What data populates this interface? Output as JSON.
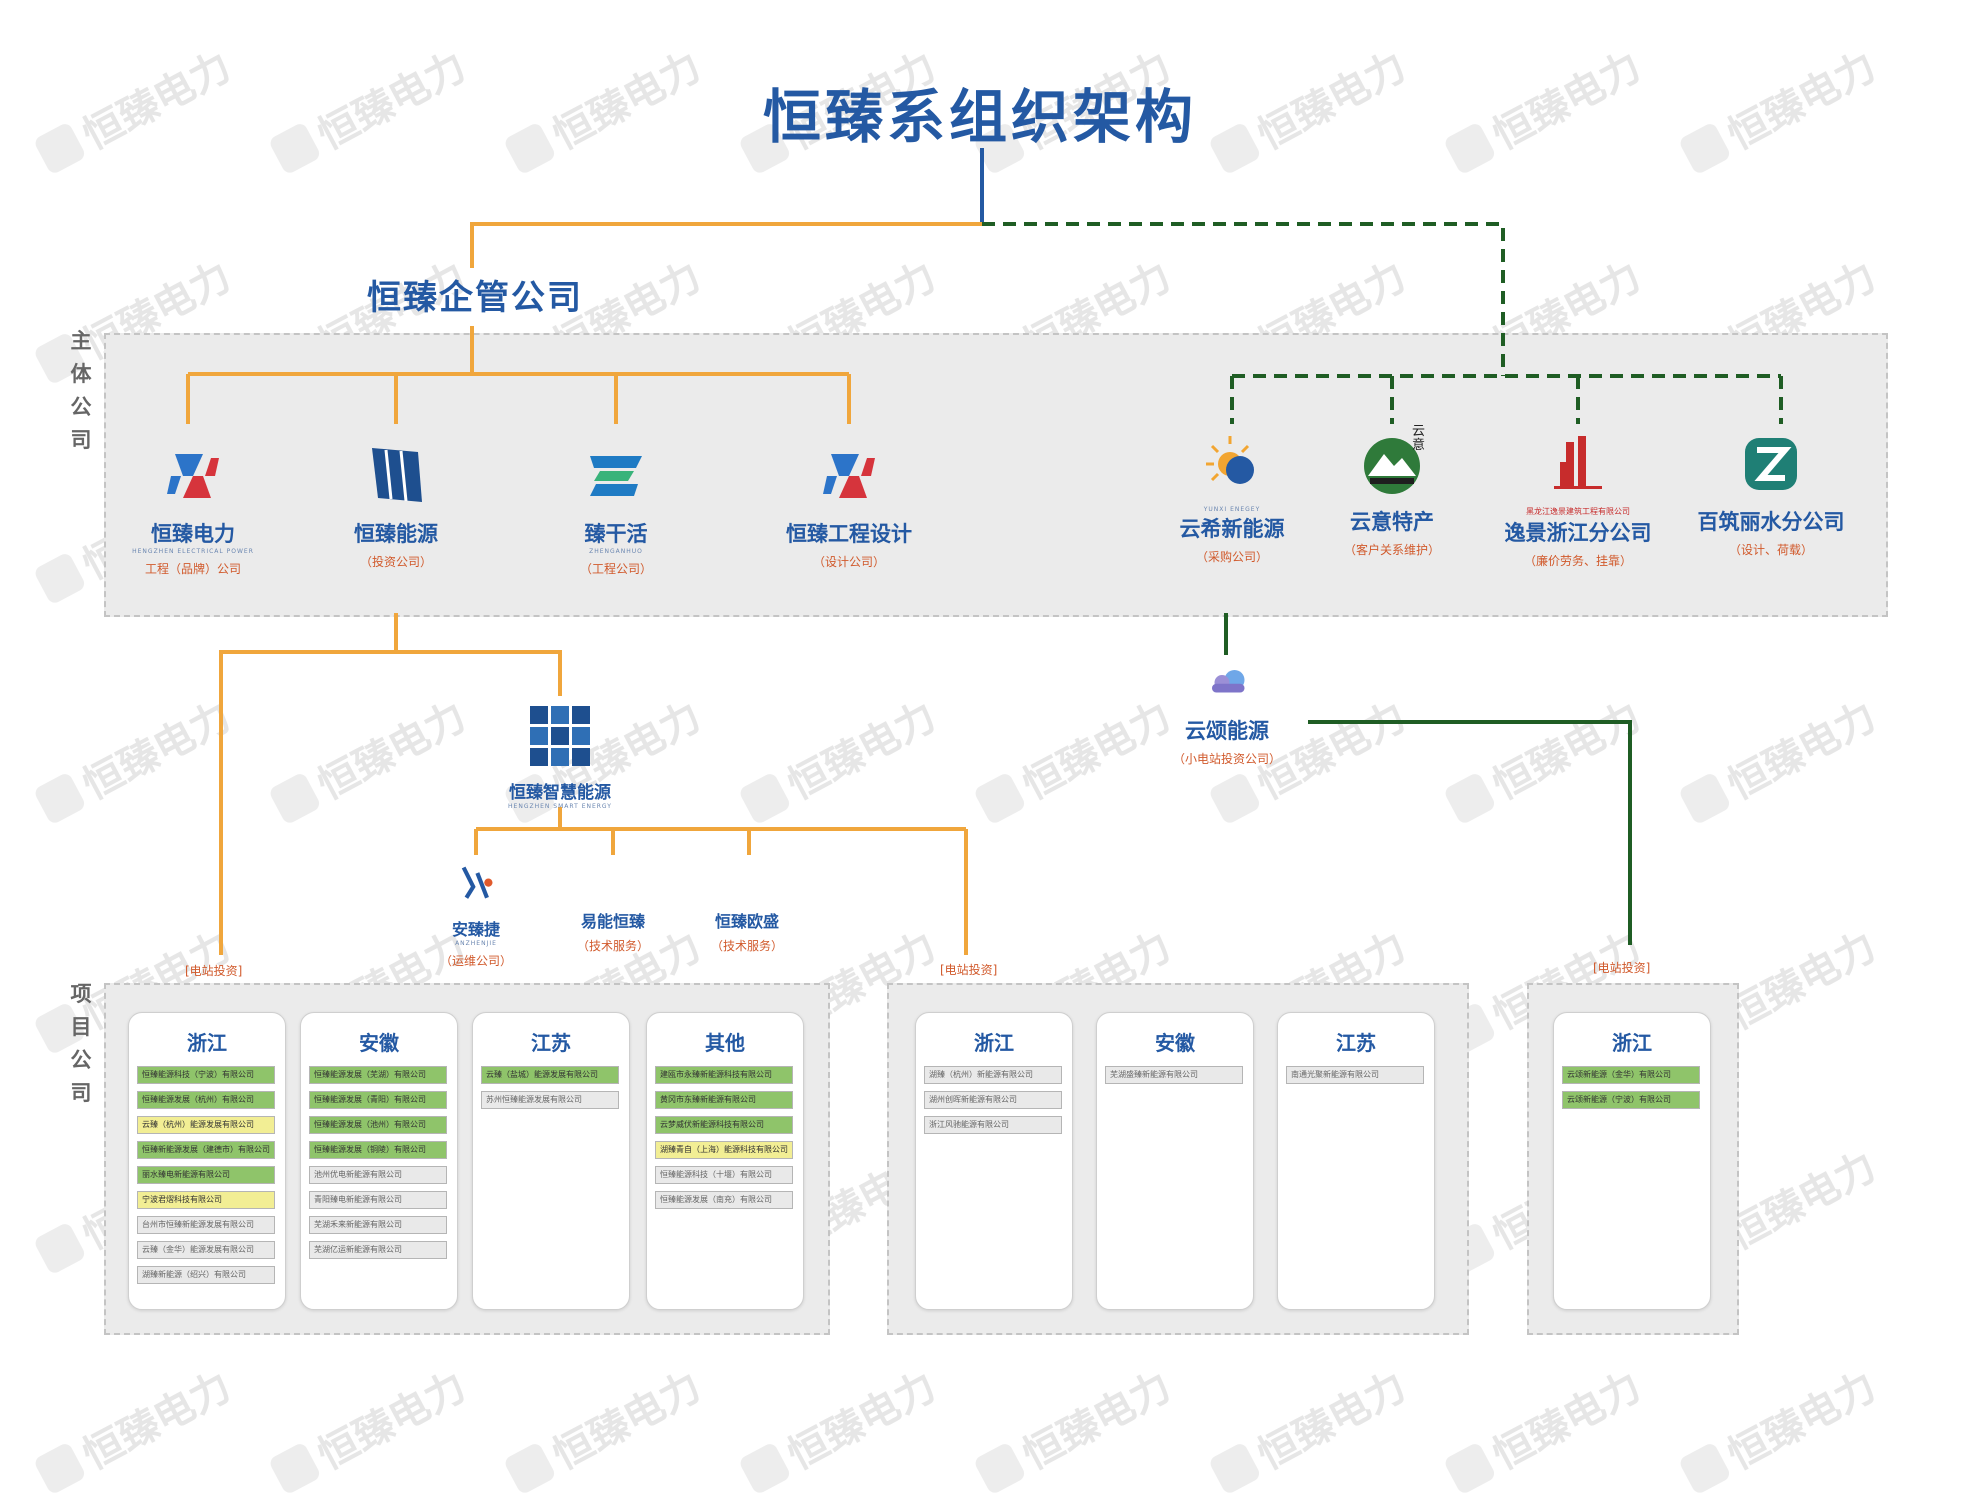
{
  "title": "恒臻系组织架构",
  "holding": "恒臻企管公司",
  "side_labels": {
    "main": "主体公司",
    "project": "项目公司"
  },
  "watermark": "恒臻电力",
  "colors": {
    "orange": "#f0a63c",
    "green": "#1f5d24",
    "blue": "#2459a3",
    "note": "#d15a2c"
  },
  "main_companies": [
    {
      "name": "恒臻电力",
      "role": "工程（品牌）公司",
      "en": "HENGZHEN ELECTRICAL POWER",
      "icon": "hengzhen-power-logo"
    },
    {
      "name": "恒臻能源",
      "role": "（投资公司）",
      "icon": "solar-panel-logo"
    },
    {
      "name": "臻干活",
      "role": "（工程公司）",
      "en": "ZHENGANHUO",
      "icon": "zhenganhuo-logo"
    },
    {
      "name": "恒臻工程设计",
      "role": "（设计公司）",
      "icon": "hengzhen-design-logo"
    }
  ],
  "green_companies": [
    {
      "name": "云希新能源",
      "role": "（采购公司）",
      "en": "YUNXI ENEGEY",
      "icon": "yunxi-sun-logo"
    },
    {
      "name": "云意特产",
      "role": "（客户关系维护）",
      "brand": "云意",
      "icon": "yunyi-mountain-logo"
    },
    {
      "name": "逸景浙江分公司",
      "role": "（廉价劳务、挂靠）",
      "en": "黑龙江逸景建筑工程有限公司",
      "icon": "yijing-building-logo"
    },
    {
      "name": "百筑丽水分公司",
      "role": "（设计、荷载）",
      "icon": "baizhu-z-logo"
    }
  ],
  "smart": {
    "name": "恒臻智慧能源",
    "en": "HENGZHEN SMART ENERGY"
  },
  "smart_children": [
    {
      "name": "安臻捷",
      "role": "（运维公司）",
      "en": "ANZHENJIE",
      "icon": "anzhenjie-logo"
    },
    {
      "name": "易能恒臻",
      "role": "（技术服务）"
    },
    {
      "name": "恒臻欧盛",
      "role": "（技术服务）"
    }
  ],
  "yunsong": {
    "name": "云颂能源",
    "role": "（小电站投资公司）",
    "icon": "cloud-logo"
  },
  "invest_tag": "[电站投资]",
  "project_groups": [
    {
      "cards": [
        {
          "region": "浙江",
          "items": [
            {
              "text": "恒臻能源科技（宁波）有限公司",
              "color": "green"
            },
            {
              "text": "恒臻能源发展（杭州）有限公司",
              "color": "green"
            },
            {
              "text": "云臻（杭州）能源发展有限公司",
              "color": "yellow"
            },
            {
              "text": "恒臻新能源发展（建德市）有限公司",
              "color": "green"
            },
            {
              "text": "丽水臻电新能源有限公司",
              "color": "green"
            },
            {
              "text": "宁波君熠科技有限公司",
              "color": "yellow"
            },
            {
              "text": "台州市恒臻新能源发展有限公司",
              "color": "gray"
            },
            {
              "text": "云臻（金华）能源发展有限公司",
              "color": "gray"
            },
            {
              "text": "湖臻新能源（绍兴）有限公司",
              "color": "gray"
            }
          ]
        },
        {
          "region": "安徽",
          "items": [
            {
              "text": "恒臻能源发展（芜湖）有限公司",
              "color": "green"
            },
            {
              "text": "恒臻能源发展（青阳）有限公司",
              "color": "green"
            },
            {
              "text": "恒臻能源发展（池州）有限公司",
              "color": "green"
            },
            {
              "text": "恒臻能源发展（铜陵）有限公司",
              "color": "green"
            },
            {
              "text": "池州优电新能源有限公司",
              "color": "gray"
            },
            {
              "text": "青阳臻电新能源有限公司",
              "color": "gray"
            },
            {
              "text": "芜湖禾来新能源有限公司",
              "color": "gray"
            },
            {
              "text": "芜湖亿运新能源有限公司",
              "color": "gray"
            }
          ]
        },
        {
          "region": "江苏",
          "items": [
            {
              "text": "云臻（盐城）能源发展有限公司",
              "color": "green"
            },
            {
              "text": "苏州恒臻能源发展有限公司",
              "color": "gray"
            }
          ]
        },
        {
          "region": "其他",
          "items": [
            {
              "text": "建瓯市永臻新能源科技有限公司",
              "color": "green"
            },
            {
              "text": "黄冈市东臻新能源有限公司",
              "color": "green"
            },
            {
              "text": "云梦威伏新能源科技有限公司",
              "color": "green"
            },
            {
              "text": "湖臻青自（上海）能源科技有限公司",
              "color": "yellow"
            },
            {
              "text": "恒臻能源科技（十堰）有限公司",
              "color": "gray"
            },
            {
              "text": "恒臻能源发展（南充）有限公司",
              "color": "gray"
            }
          ]
        }
      ]
    },
    {
      "cards": [
        {
          "region": "浙江",
          "items": [
            {
              "text": "湖臻（杭州）新能源有限公司",
              "color": "gray"
            },
            {
              "text": "湖州创晖新能源有限公司",
              "color": "gray"
            },
            {
              "text": "浙江风驰能源有限公司",
              "color": "gray"
            }
          ]
        },
        {
          "region": "安徽",
          "items": [
            {
              "text": "芜湖盛臻新能源有限公司",
              "color": "gray"
            }
          ]
        },
        {
          "region": "江苏",
          "items": [
            {
              "text": "南通光聚新能源有限公司",
              "color": "gray"
            }
          ]
        }
      ]
    },
    {
      "cards": [
        {
          "region": "浙江",
          "items": [
            {
              "text": "云颂新能源（金华）有限公司",
              "color": "green"
            },
            {
              "text": "云颂新能源（宁波）有限公司",
              "color": "green"
            }
          ]
        }
      ]
    }
  ]
}
